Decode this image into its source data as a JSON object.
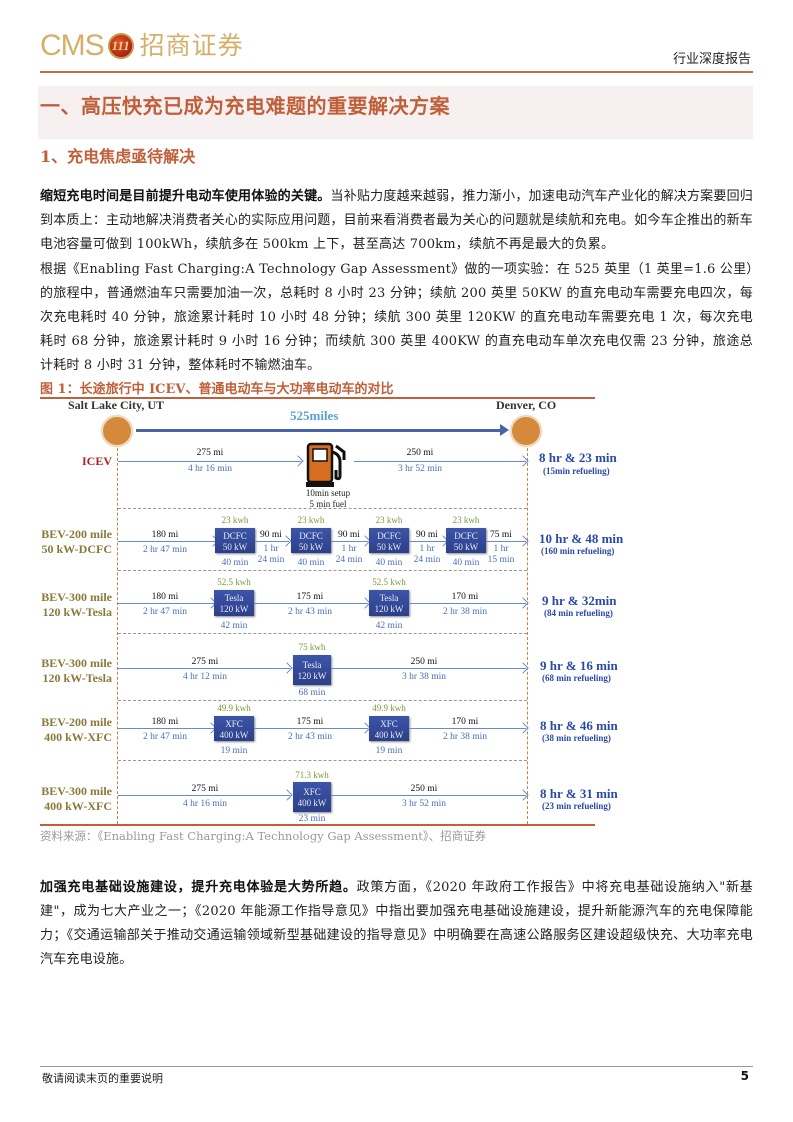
{
  "header": {
    "logo_cms": "CMS",
    "logo_emblem": "111",
    "logo_cn": "招商证券",
    "doc_type": "行业深度报告"
  },
  "section": {
    "title": "一、高压快充已成为充电难题的重要解决方案",
    "subtitle": "1、充电焦虑亟待解决"
  },
  "paragraphs": {
    "p1_lead": "缩短充电时间是目前提升电动车使用体验的关键。",
    "p1_body": "当补贴力度越来越弱，推力渐小，加速电动汽车产业化的解决方案要回归到本质上：主动地解决消费者关心的实际应用问题，目前来看消费者最为关心的问题就是续航和充电。如今车企推出的新车电池容量可做到 100kWh，续航多在 500km 上下，甚至高达 700km，续航不再是最大的负累。",
    "p2": "根据《Enabling Fast Charging:A Technology Gap Assessment》做的一项实验：在 525 英里（1 英里=1.6 公里）的旅程中，普通燃油车只需要加油一次，总耗时 8 小时 23 分钟；续航 200 英里 50KW 的直充电动车需要充电四次，每次充电耗时 40 分钟，旅途累计耗时 10 小时 48 分钟；续航 300 英里 120KW 的直充电动车需要充电 1 次，每次充电耗时 68 分钟，旅途累计耗时 9 小时 16 分钟；而续航 300 英里 400KW 的直充电动车单次充电仅需 23 分钟，旅途总计耗时 8 小时 31 分钟，整体耗时不输燃油车。",
    "p3_lead": "加强充电基础设施建设，提升充电体验是大势所趋。",
    "p3_body": "政策方面，《2020 年政府工作报告》中将充电基础设施纳入\"新基建\"，成为七大产业之一；《2020 年能源工作指导意见》中指出要加强充电基础设施建设，提升新能源汽车的充电保障能力；《交通运输部关于推动交通运输领域新型基础建设的指导意见》中明确要在高速公路服务区建设超级快充、大功率充电汽车充电设施。"
  },
  "figure": {
    "title": "图 1：长途旅行中 ICEV、普通电动车与大功率电动车的对比",
    "source": "资料来源：《Enabling Fast Charging:A Technology Gap Assessment》、招商证券",
    "origin": "Salt Lake City, UT",
    "destination": "Denver, CO",
    "total_distance": "525miles",
    "icev": {
      "label": "ICEV",
      "seg1_mi": "275 mi",
      "seg1_time": "4 hr 16 min",
      "seg2_mi": "250 mi",
      "seg2_time": "3 hr 52 min",
      "stop_note1": "10min setup",
      "stop_note2": "5 min fuel",
      "total": "8 hr & 23 min",
      "total_sub": "(15min refueling)"
    },
    "rows": [
      {
        "label1": "BEV-200 mile",
        "label2": "50 kW-DCFC",
        "station_name": "DCFC",
        "station_power": "50 kW",
        "kwh": "23 kwh",
        "charge_time": "40 min",
        "first_mi": "180 mi",
        "first_time": "2 hr 47 min",
        "mid_mi": "90 mi",
        "mid_time1": "1 hr",
        "mid_time2": "24 min",
        "last_mi": "75 mi",
        "last_time1": "1 hr",
        "last_time2": "15 min",
        "total": "10 hr & 48 min",
        "total_sub": "(160 min refueling)"
      },
      {
        "label1": "BEV-300 mile",
        "label2": "120 kW-Tesla",
        "station_name": "Tesla",
        "station_power": "120 kW",
        "kwh": "52.5 kwh",
        "charge_time": "42 min",
        "first_mi": "180 mi",
        "first_time": "2 hr 47 min",
        "mid_mi": "175 mi",
        "mid_time": "2 hr 43 min",
        "last_mi": "170 mi",
        "last_time": "2 hr 38 min",
        "total": "9 hr & 32min",
        "total_sub": "(84 min refueling)"
      },
      {
        "label1": "BEV-300 mile",
        "label2": "120 kW-Tesla",
        "station_name": "Tesla",
        "station_power": "120 kW",
        "kwh": "75 kwh",
        "charge_time": "68 min",
        "first_mi": "275 mi",
        "first_time": "4 hr 12 min",
        "last_mi": "250 mi",
        "last_time": "3 hr 38 min",
        "total": "9 hr & 16 min",
        "total_sub": "(68 min refueling)"
      },
      {
        "label1": "BEV-200 mile",
        "label2": "400 kW-XFC",
        "station_name": "XFC",
        "station_power": "400 kW",
        "kwh": "49.9 kwh",
        "charge_time": "19 min",
        "first_mi": "180 mi",
        "first_time": "2 hr 47 min",
        "mid_mi": "175 mi",
        "mid_time": "2 hr 43 min",
        "last_mi": "170 mi",
        "last_time": "2 hr 38 min",
        "total": "8 hr & 46 min",
        "total_sub": "(38 min refueling)"
      },
      {
        "label1": "BEV-300 mile",
        "label2": "400 kW-XFC",
        "station_name": "XFC",
        "station_power": "400 kW",
        "kwh": "71.3 kwh",
        "charge_time": "23 min",
        "first_mi": "275 mi",
        "first_time": "4 hr 16 min",
        "last_mi": "250 mi",
        "last_time": "3 hr 52 min",
        "total": "8 hr & 31 min",
        "total_sub": "(23 min refueling)"
      }
    ]
  },
  "footer": {
    "notice": "敬请阅读末页的重要说明",
    "page": "5"
  }
}
